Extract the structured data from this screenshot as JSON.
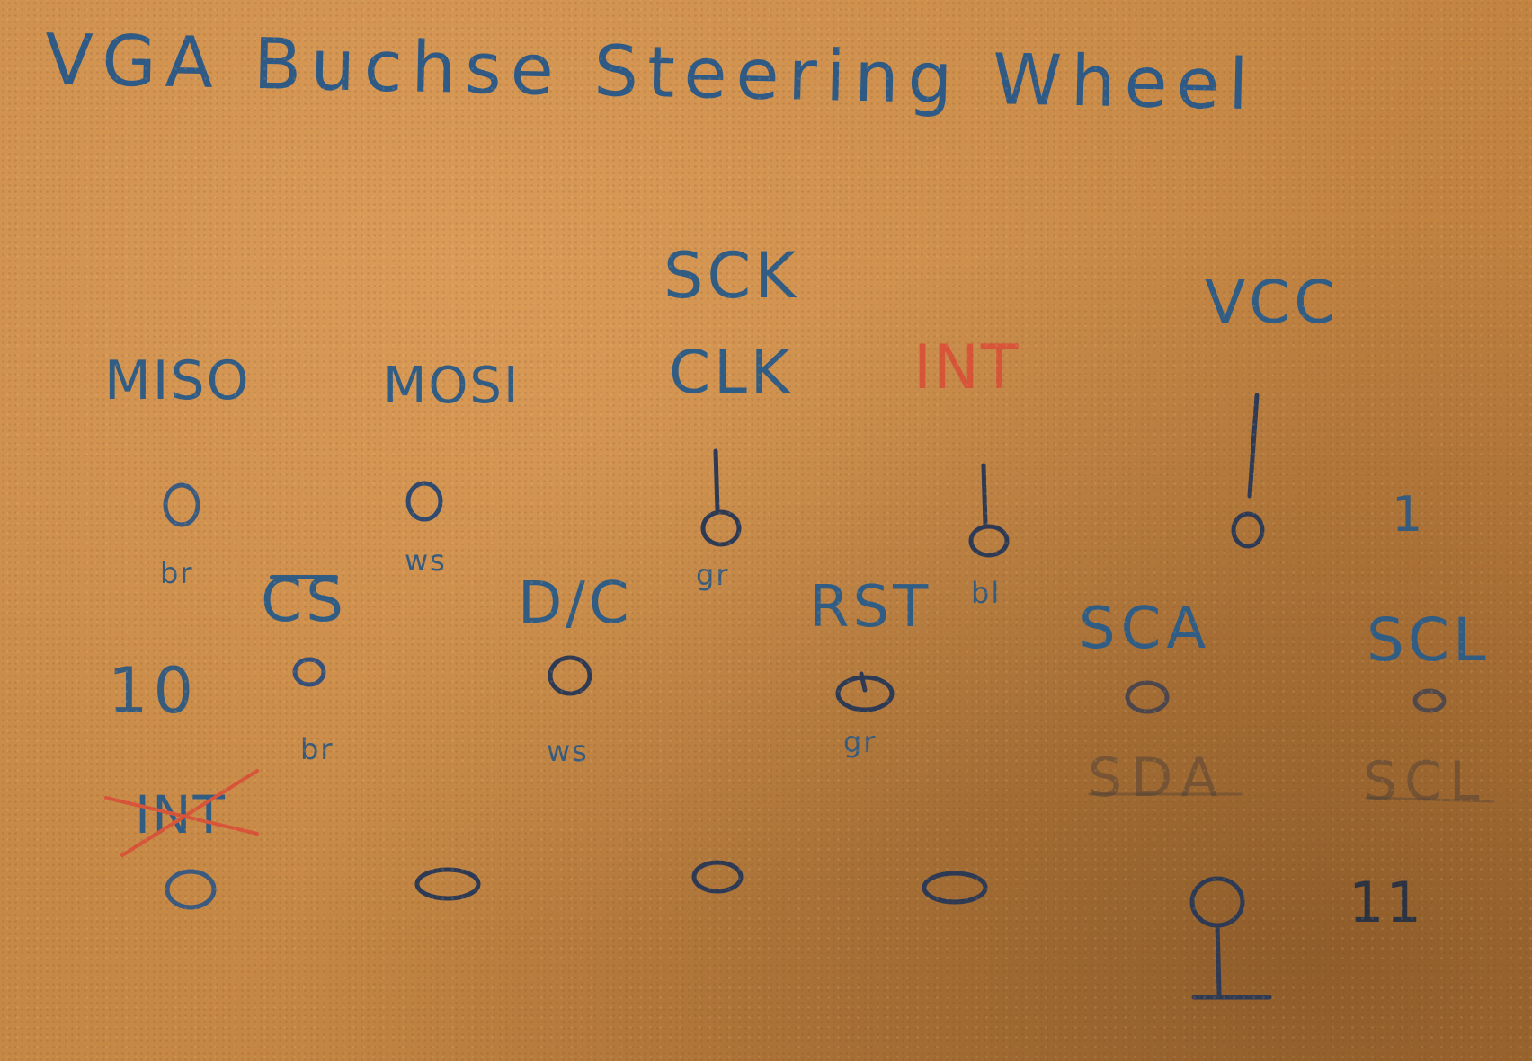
{
  "title": "VGA Buchse Steering Wheel",
  "top_row_labels": {
    "miso": "MISO",
    "mosi": "MOSI",
    "sck": "SCK",
    "clk": "CLK",
    "int": "INT",
    "vcc": "VCC"
  },
  "pin_numbers": {
    "one": "1",
    "ten": "10",
    "eleven": "11"
  },
  "wire_codes": {
    "row1": [
      "br",
      "ws",
      "gr",
      "bl"
    ],
    "row2": [
      "br",
      "ws",
      "gr"
    ]
  },
  "middle_row_labels": {
    "cs": "CS",
    "dc": "D/C",
    "rst": "RST",
    "sca": "SCA",
    "scl": "SCL"
  },
  "pencil_labels": {
    "sda": "SDA",
    "scl": "SCL"
  },
  "crossed_out_label": "INT",
  "colors": {
    "card": "#c68845",
    "blue_ink": "#2f5d86",
    "dark_ink": "#2b3242",
    "red_ink": "#d8553a"
  }
}
